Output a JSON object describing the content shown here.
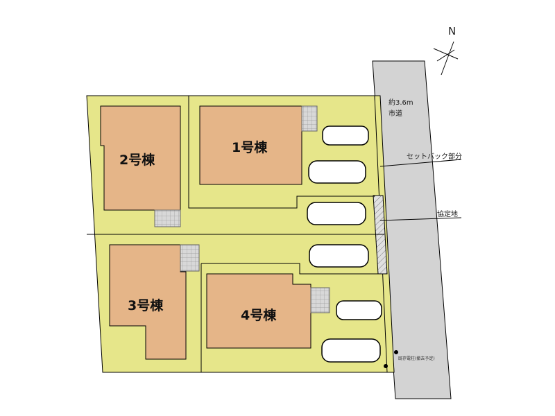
{
  "buildings": [
    "1号棟",
    "2号棟",
    "3号棟",
    "4号棟"
  ],
  "road": {
    "width": "約3.6m",
    "type": "市道"
  },
  "labels": {
    "setback": "セットバック部分",
    "agreement": "協定地",
    "pole": "既存電柱(撤去予定)"
  },
  "compass": "N",
  "colors": {
    "lot": "#e6e68a",
    "building": "#e5b588",
    "road": "#d3d3d3"
  }
}
